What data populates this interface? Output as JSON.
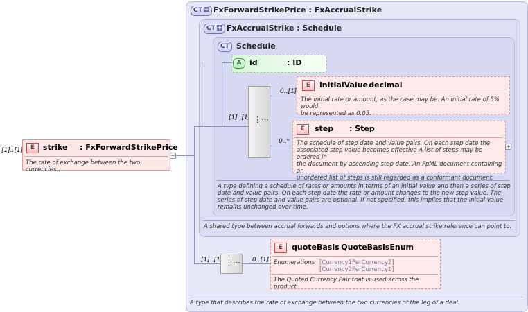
{
  "root_element": {
    "multiplicity": "[1]..[1]",
    "badge": "E",
    "name": "strike",
    "type": ": FxForwardStrikePrice",
    "description": "The rate of exchange between the two currencies."
  },
  "ct_fx_forward": {
    "badge": "CT",
    "title": "FxForwardStrikePrice : FxAccrualStrike",
    "description": "A type that describes the rate of exchange between the two currencies of the leg of a deal."
  },
  "ct_fx_accrual": {
    "badge": "CT",
    "title": "FxAccrualStrike : Schedule",
    "description": "A shared type between accrual forwards and options where the FX accrual strike reference can point to."
  },
  "ct_schedule": {
    "badge": "CT",
    "title": "Schedule",
    "description_lines": [
      "A type defining a schedule of rates or amounts in terms of an initial value and then a series of step",
      "date and value pairs. On each step date the rate or amount changes to the new step value. The",
      "series of step date and value pairs are optional. If not specified, this implies that the initial value",
      "remains unchanged over time."
    ]
  },
  "attribute_id": {
    "badge": "A",
    "name": "id",
    "type": ": ID"
  },
  "sequence_schedule": {
    "multiplicity": "[1]..[1]"
  },
  "initial_value": {
    "multiplicity": "0..[1]",
    "badge": "E",
    "name": "initialValue",
    "type": ": decimal",
    "description_lines": [
      "The initial rate or amount, as the case may be. An initial rate of 5% would",
      "be represented as 0.05."
    ]
  },
  "step": {
    "multiplicity": "0..*",
    "badge": "E",
    "name": "step",
    "type": ": Step",
    "description_lines": [
      "The schedule of step date and value pairs. On each step date the",
      "associated step value becomes effective A list of steps may be ordered in",
      "the document by ascending step date. An FpML document containing an",
      "unordered list of steps is still regarded as a conformant document."
    ]
  },
  "sequence_quote": {
    "multiplicity": "[1]..[1]"
  },
  "quote_basis": {
    "multiplicity": "0..[1]",
    "badge": "E",
    "name": "quoteBasis",
    "type": ": QuoteBasisEnum",
    "enum_label": "Enumerations",
    "enum_values": [
      "[Currency1PerCurrency2]",
      "[Currency2PerCurrency1]"
    ],
    "description": "The Quoted Currency Pair that is used across the product."
  },
  "icons": {
    "sequence": "sequence-compositor-icon",
    "expand": "expand-plus-icon",
    "collapse": "collapse-minus-icon"
  },
  "colors": {
    "element_fill": "#fde8e8",
    "attribute_fill": "#d8f5d8",
    "complex_type_fill": "#e6e8f7"
  }
}
